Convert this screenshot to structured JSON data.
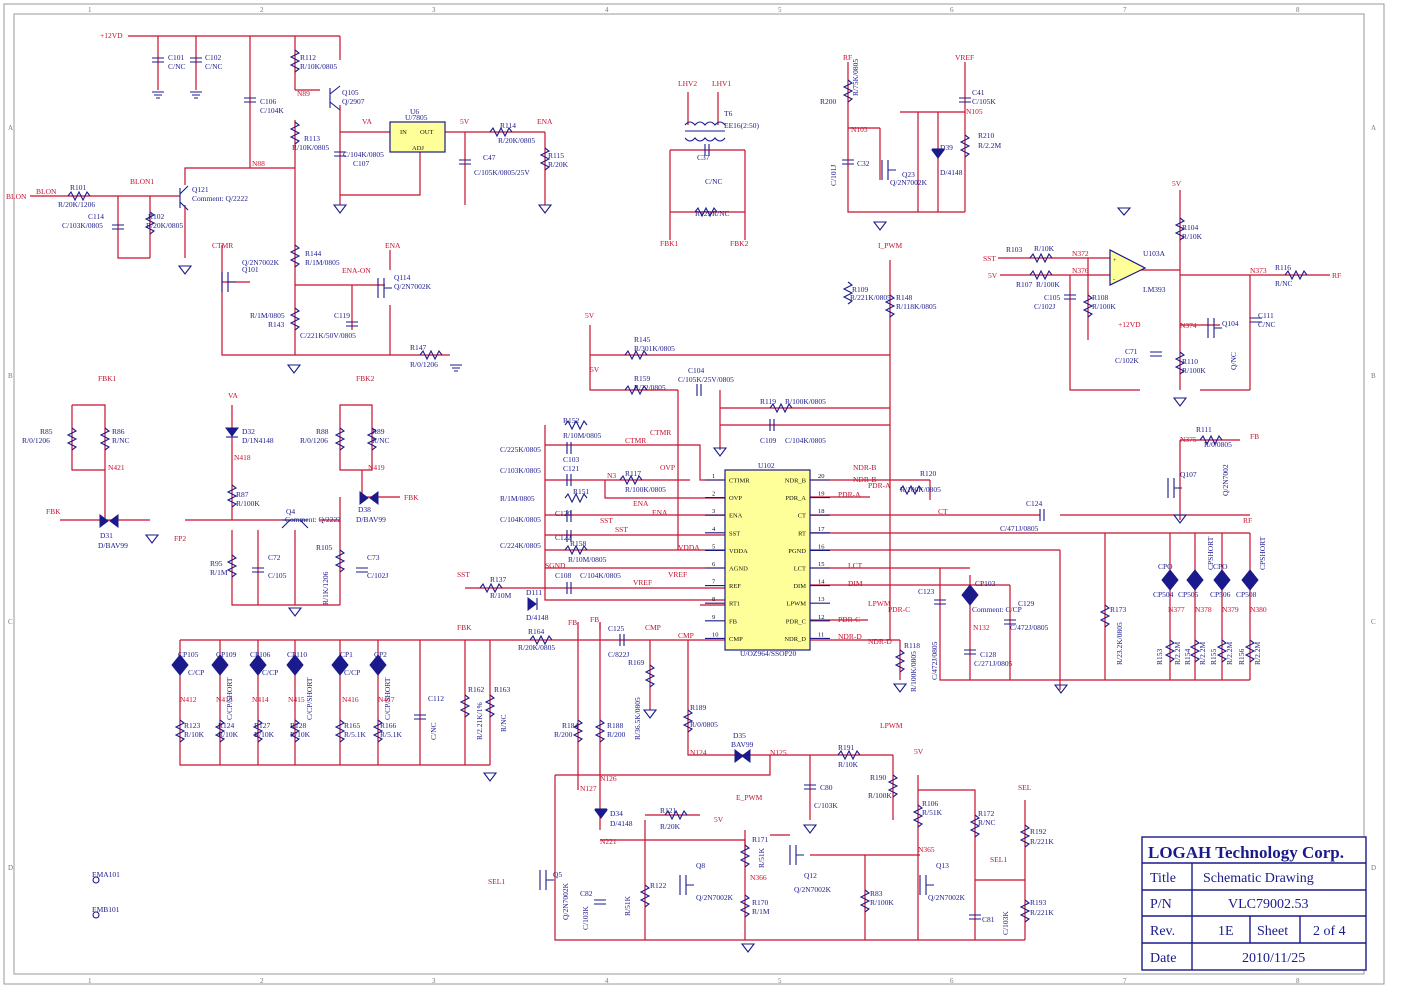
{
  "title_block": {
    "company": "LOGAH Technology Corp.",
    "title_label": "Title",
    "title_value": "Schematic Drawing",
    "pn_label": "P/N",
    "pn_value": "VLC79002.53",
    "rev_label": "Rev.",
    "rev_value": "1E",
    "sheet_label": "Sheet",
    "sheet_value": "2 of 4",
    "date_label": "Date",
    "date_value": "2010/11/25"
  },
  "zones": {
    "columns": [
      "1",
      "2",
      "3",
      "4",
      "5",
      "6",
      "7",
      "8"
    ],
    "rows": [
      "A",
      "B",
      "C",
      "D"
    ]
  },
  "ic_u102": {
    "ref": "U102",
    "part": "U/OZ964/SSOP20",
    "left_pins": [
      {
        "num": "1",
        "name": "CTIMR"
      },
      {
        "num": "2",
        "name": "OVP"
      },
      {
        "num": "3",
        "name": "ENA"
      },
      {
        "num": "4",
        "name": "SST"
      },
      {
        "num": "5",
        "name": "VDDA"
      },
      {
        "num": "6",
        "name": "AGND"
      },
      {
        "num": "7",
        "name": "REF"
      },
      {
        "num": "8",
        "name": "RT1"
      },
      {
        "num": "9",
        "name": "FB"
      },
      {
        "num": "10",
        "name": "CMP"
      }
    ],
    "right_pins": [
      {
        "num": "20",
        "name": "NDR_B"
      },
      {
        "num": "19",
        "name": "PDR_A"
      },
      {
        "num": "18",
        "name": "CT"
      },
      {
        "num": "17",
        "name": "RT"
      },
      {
        "num": "16",
        "name": "PGND"
      },
      {
        "num": "15",
        "name": "LCT"
      },
      {
        "num": "14",
        "name": "DIM"
      },
      {
        "num": "13",
        "name": "LPWM"
      },
      {
        "num": "12",
        "name": "PDR_C"
      },
      {
        "num": "11",
        "name": "NDR_D"
      }
    ]
  },
  "ic_u6": {
    "ref": "U6",
    "part": "U/7805",
    "pin_in": "IN",
    "pin_out": "OUT",
    "pin_adj": "ADJ"
  },
  "ic_u103": {
    "ref": "U103A",
    "part": "LM393"
  },
  "transformer": {
    "ref": "T6",
    "part": "EE16(2:50)",
    "net_a": "LHV2",
    "net_b": "LHV1"
  },
  "power_nets": {
    "v12": "+12VD",
    "v12b": "+12VD",
    "va": "VA",
    "v5": "5V",
    "ena": "ENA",
    "vref": "VREF",
    "rf": "RF",
    "i_pwm": "I_PWM",
    "lpwm": "LPWM",
    "e_pwm": "E_PWM",
    "sel": "SEL",
    "fb": "FB",
    "fbk": "FBK",
    "ctmr": "CTMR",
    "ovp": "OVP",
    "sst": "SST",
    "vdda": "VDDA",
    "sgnd": "SGND",
    "ct": "CT",
    "lct": "LCT",
    "dim": "DIM",
    "cmp": "CMP",
    "ndr_b": "NDR-B",
    "pdr_a": "PDR-A",
    "pdr_c": "PDR-C",
    "ndr_d": "NDR-D",
    "ena_on": "ENA-ON",
    "blon": "BLON",
    "blon1": "BLON1",
    "fbk1": "FBK1",
    "fbk2": "FBK2",
    "fp2": "FP2",
    "sel1": "SEL1",
    "ema101": "EMA101",
    "emb101": "EMB101"
  },
  "component_labels": {
    "c101": "C101",
    "c101v": "C/NC",
    "c102": "C102",
    "c102v": "C/NC",
    "r112": "R112",
    "r112v": "R/10K/0805",
    "q105": "Q105",
    "q105v": "Q/2907",
    "c106": "C106",
    "c106v": "C/104K",
    "r113": "R113",
    "r113v": "R/10K/0805",
    "c107": "C107",
    "c107v": "C/104K/0805",
    "c47": "C47",
    "c47v": "C/105K/0805/25V",
    "r114": "R114",
    "r114v": "R/20K/0805",
    "r115": "R115",
    "r115v": "R/20K",
    "r101": "R101",
    "r101v": "R/20K/1206",
    "q121": "Q121",
    "q121v": "Comment: Q/2222",
    "c114": "C114",
    "c114v": "C/103K/0805",
    "r102": "R102",
    "r102v": "R/20K/0805",
    "q101": "Q101",
    "q101v": "Q/2N7002K",
    "r144": "R144",
    "r144v": "R/1M/0805",
    "q114": "Q114",
    "q114v": "Q/2N7002K",
    "r143": "R143",
    "r143v": "R/1M/0805",
    "c119": "C119",
    "c119v": "C/221K/50V/0805",
    "r147": "R147",
    "r147v": "R/0/1206",
    "c37": "C37",
    "c37v": "C/NC",
    "r129": "R129",
    "r129v": "R/NC",
    "r200": "R200",
    "r200v": "R/75K/0805",
    "c32": "C32",
    "c32v": "C/101J",
    "q23": "Q23",
    "q23v": "Q/2N7002K",
    "c41": "C41",
    "c41v": "C/105K",
    "d39": "D39",
    "d39v": "D/4148",
    "r210": "R210",
    "r210v": "R/2.2M",
    "r104": "R104",
    "r104v": "R/10K",
    "r103": "R103",
    "r103v": "R/10K",
    "r107": "R107",
    "r107v": "R/100K",
    "c105": "C105",
    "c105v": "C/102J",
    "r108": "R108",
    "r108v": "R/100K",
    "r116": "R116",
    "r116v": "R/NC",
    "c111": "C111",
    "c111v": "C/NC",
    "q104": "Q104",
    "q104v": "Q/NC",
    "c71": "C71",
    "c71v": "C/102K",
    "r110": "R110",
    "r110v": "R/100K",
    "r111": "R111",
    "r111v": "R/0/0805",
    "q107": "Q107",
    "q107v": "Q/2N7002",
    "r109": "R109",
    "r109v": "R/221K/0805",
    "r148": "R148",
    "r148v": "R/118K/0805",
    "r145": "R145",
    "r145v": "R/301K/0805",
    "r159": "R159",
    "r159v": "R/22/0805",
    "c104": "C104",
    "c104v": "C/105K/25V/0805",
    "r119": "R119",
    "r119v": "R/100K/0805",
    "c109": "C109",
    "c109v": "C/104K/0805",
    "r152": "R152",
    "r152v": "R/10M/0805",
    "c103": "C103",
    "c103v": "C/225K/0805",
    "c121": "C121",
    "c121v": "C/103K/0805",
    "r117": "R117",
    "r117v": "R/100K/0805",
    "r151": "R151",
    "r151v": "R/1M/0805",
    "c120": "C120",
    "c120v": "C/104K/0805",
    "c122": "C122",
    "c122v": "C/224K/0805",
    "r158": "R158",
    "r158v": "R/10M/0805",
    "c108": "C108",
    "c108v": "C/104K/0805",
    "r137": "R137",
    "r137v": "R/10M",
    "d111": "D111",
    "d111v": "D/4148",
    "r164": "R164",
    "r164v": "R/20K/0805",
    "c125": "C125",
    "c125v": "C/822J",
    "r169": "R169",
    "r169v": "R/36.5K/0805",
    "r120": "R120",
    "r120v": "R/100K/0805",
    "c124": "C124",
    "c124v": "C/471J/0805",
    "c123": "C123",
    "c123v": "C/472J/0805",
    "cp103": "CP103",
    "cp103v": "Comment: C/CP",
    "c129": "C129",
    "c129v": "C/472J/0805",
    "c128": "C128",
    "c128v": "C/271J/0805",
    "r118": "R118",
    "r118v": "R/100K/0805",
    "r173": "R173",
    "r173v": "R/23.2K/0805",
    "cp504": "CP504",
    "cp505": "CP505",
    "cp506": "CP506",
    "cp508": "CP508",
    "cpo": "CPO",
    "cpshort": "CPSHORT",
    "r153": "R153",
    "r154": "R154",
    "r155": "R155",
    "r156": "R156",
    "r22m": "R/2.2M",
    "r85": "R85",
    "r85v": "R/0/1206",
    "r86": "R86",
    "r86v": "R/NC",
    "d31": "D31",
    "d31v": "D/BAV99",
    "d32": "D32",
    "d32v": "D/1N4148",
    "r87": "R87",
    "r87v": "R/100K",
    "q4": "Q4",
    "q4v": "Comment: Q/2222",
    "r95": "R95",
    "r95v": "R/1M",
    "c72": "C72",
    "c72v": "C/105",
    "r88": "R88",
    "r88v": "R/0/1206",
    "r89": "R89",
    "r89v": "R/NC",
    "d38": "D38",
    "d38v": "D/BAV99",
    "r105": "R105",
    "r105v": "R/1K/1206",
    "c73": "C73",
    "c73v": "C/102J",
    "cp105": "CP105",
    "cp109": "CP109",
    "cp106": "CP106",
    "cp110": "CP110",
    "cp1": "CP1",
    "cp2": "CP2",
    "c_cp": "C/CP",
    "c_cpshort": "C/CP/SHORT",
    "r123": "R123",
    "r124": "R124",
    "r127": "R127",
    "r128": "R128",
    "r10k": "R/10K",
    "r165": "R165",
    "r166": "R166",
    "r51k": "R/5.1K",
    "c112": "C112",
    "c112v": "C/NC",
    "r162": "R162",
    "r162v": "R/2.21K/1%",
    "r163": "R163",
    "r163v": "R/NC",
    "r184": "R184",
    "r184v": "R/200",
    "r188": "R188",
    "r188v": "R/200",
    "r189": "R189",
    "r189v": "R/0/0805",
    "d35": "D35",
    "d35v": "BAV99",
    "r191": "R191",
    "r191v": "R/10K",
    "r190": "R190",
    "r190v": "R/100K",
    "c80": "C80",
    "c80v": "C/103K",
    "d34": "D34",
    "d34v": "D/4148",
    "r121": "R121",
    "r121v": "R/20K",
    "r171": "R171",
    "r171v": "R/51K",
    "q12": "Q12",
    "q12v": "Q/2N7002K",
    "q5": "Q5",
    "q5v": "Q/2N7002K",
    "c82": "C82",
    "c82v": "C/103K",
    "r122": "R122",
    "r122v": "R/51K",
    "q8": "Q8",
    "q8v": "Q/2N7002K",
    "r170": "R170",
    "r170v": "R/1M",
    "r83": "R83",
    "r83v": "R/100K",
    "r106": "R106",
    "r106v": "R/51K",
    "r172": "R172",
    "r172v": "R/NC",
    "q13": "Q13",
    "q13v": "Q/2N7002K",
    "c81": "C81",
    "c81v": "C/103K",
    "r192": "R192",
    "r192v": "R/221K",
    "r193": "R193",
    "r193v": "R/221K"
  },
  "node_labels": {
    "n89": "N89",
    "n88": "N88",
    "n103": "N103",
    "n105": "N105",
    "n372": "N372",
    "n376": "N376",
    "n373": "N373",
    "n374": "N374",
    "n375": "N375",
    "n421": "N421",
    "n418": "N418",
    "n419": "N419",
    "n3": "N3",
    "n132": "N132",
    "n377": "N377",
    "n378": "N378",
    "n379": "N379",
    "n380": "N380",
    "n412": "N412",
    "n413": "N413",
    "n414": "N414",
    "n415": "N415",
    "n416": "N416",
    "n417": "N417",
    "n124": "N124",
    "n125": "N125",
    "n126": "N126",
    "n127": "N127",
    "n221": "N221",
    "n366": "N366",
    "n365": "N365"
  }
}
